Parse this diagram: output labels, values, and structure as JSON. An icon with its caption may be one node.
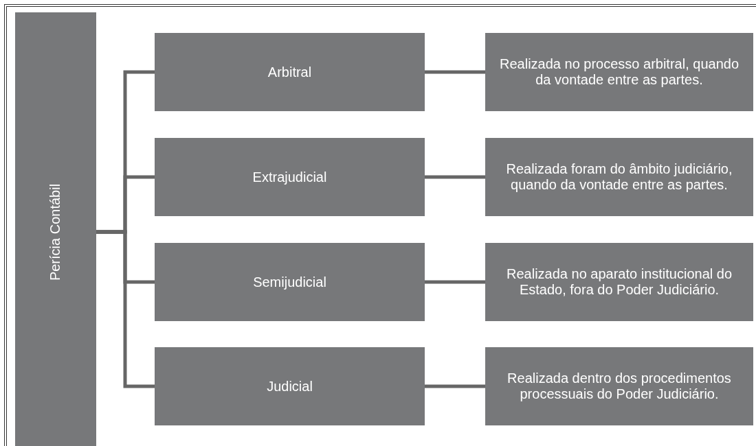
{
  "diagram": {
    "nodes": [
      {
        "text": [
          "Perícia Contábil"
        ]
      },
      {
        "text": [
          "Arbitral"
        ]
      },
      {
        "text": [
          "Realizada no processo arbitral, quando da vontade entre as partes."
        ]
      },
      {
        "text": [
          "Extrajudicial"
        ]
      },
      {
        "text": [
          "Realizada foram do âmbito judiciário, quando da vontade entre as partes."
        ]
      },
      {
        "text": [
          "Semijudicial"
        ]
      },
      {
        "text": [
          "Realizada no aparato institucional do Estado, fora do Poder Judiciário."
        ]
      },
      {
        "text": [
          "Judicial"
        ]
      },
      {
        "text": [
          "Realizada dentro dos procedimentos processuais do Poder Judiciário."
        ]
      }
    ],
    "edges": [
      {
        "from": 0,
        "to": 1,
        "arrow": "none"
      },
      {
        "from": 0,
        "to": 3,
        "arrow": "none"
      },
      {
        "from": 0,
        "to": 5,
        "arrow": "none"
      },
      {
        "from": 0,
        "to": 7,
        "arrow": "none"
      },
      {
        "from": 1,
        "to": 2,
        "arrow": "none"
      },
      {
        "from": 3,
        "to": 4,
        "arrow": "none"
      },
      {
        "from": 5,
        "to": 6,
        "arrow": "none"
      },
      {
        "from": 7,
        "to": 8,
        "arrow": "none"
      }
    ]
  }
}
